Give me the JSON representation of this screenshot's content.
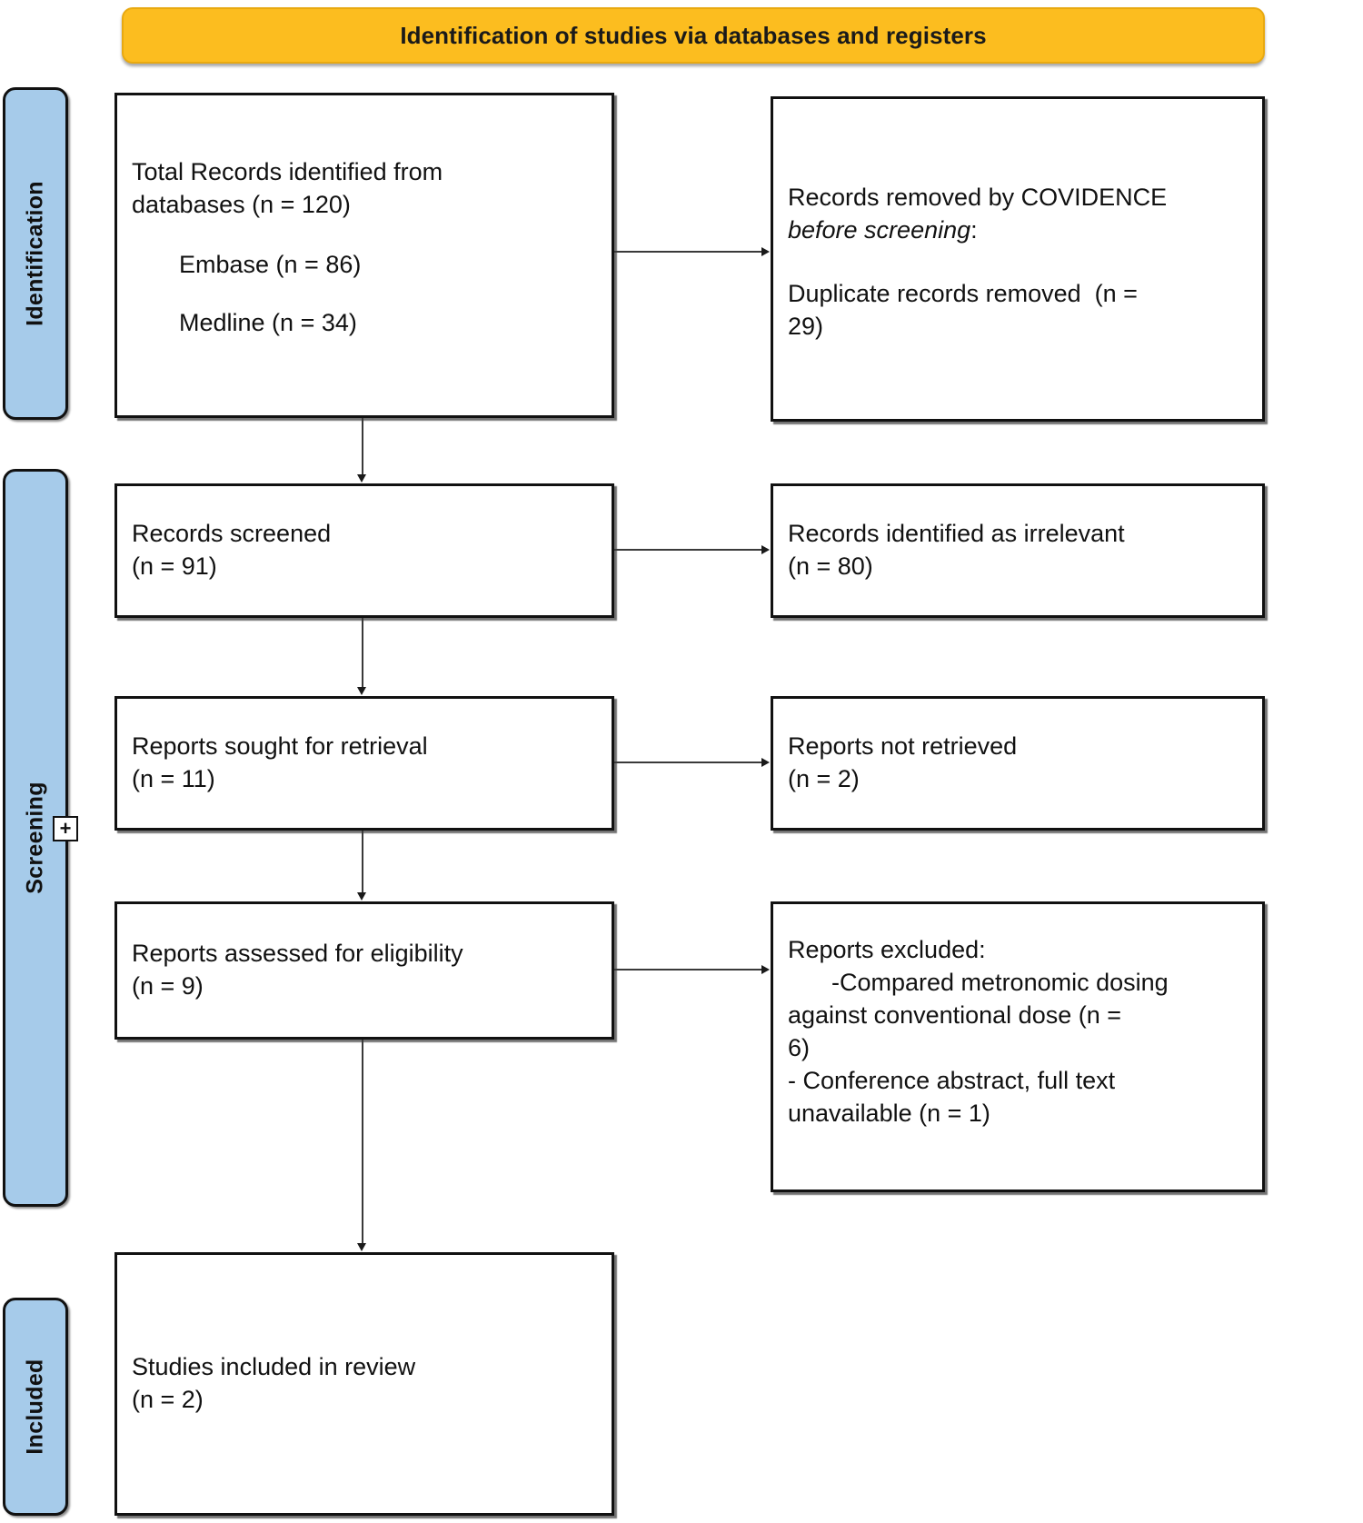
{
  "diagram": {
    "type": "prisma-flow-diagram",
    "banner": {
      "title": "Identification of studies via databases and registers"
    },
    "stages": [
      {
        "id": "identification",
        "label": "Identification"
      },
      {
        "id": "screening",
        "label": "Screening",
        "expander": "+"
      },
      {
        "id": "included",
        "label": "Included"
      }
    ],
    "boxes": {
      "identified": {
        "line1": "Total Records identified from",
        "line2": "databases (n = 120)",
        "sub1": "Embase (n = 86)",
        "sub2": "Medline (n = 34)"
      },
      "removed": {
        "line1": "Records removed by COVIDENCE",
        "line2_italic": "before screening",
        "line2_tail": ":",
        "line3": "Duplicate records removed  (n =",
        "line4": "29)"
      },
      "screened": {
        "line1": "Records screened",
        "line2": "(n = 91)"
      },
      "irrelevant": {
        "line1": "Records identified as irrelevant",
        "line2": "(n = 80)"
      },
      "sought": {
        "line1": "Reports sought for retrieval",
        "line2": "(n = 11)"
      },
      "not_retrieved": {
        "line1": "Reports not retrieved",
        "line2": "(n = 2)"
      },
      "assessed": {
        "line1": "Reports assessed for eligibility",
        "line2": "(n = 9)"
      },
      "excluded": {
        "line1": "Reports excluded:",
        "line2": "-Compared metronomic dosing",
        "line3": "against conventional dose (n =",
        "line4": "6)",
        "line5": "- Conference abstract, full text",
        "line6": "unavailable (n = 1)"
      },
      "included": {
        "line1": "Studies included in review",
        "line2": "(n = 2)"
      }
    },
    "counts": {
      "total_records": 120,
      "embase": 86,
      "medline": 34,
      "duplicates_removed": 29,
      "records_screened": 91,
      "records_irrelevant": 80,
      "reports_sought": 11,
      "reports_not_retrieved": 2,
      "reports_assessed": 9,
      "excluded_metronomic_dosing": 6,
      "excluded_conference_abstract": 1,
      "studies_included": 2
    },
    "colors": {
      "banner_fill": "#FCBD1F",
      "rail_fill": "#A6CBEA",
      "box_border": "#111111",
      "connector": "#3a3a3a",
      "page_background": "#ffffff"
    }
  }
}
